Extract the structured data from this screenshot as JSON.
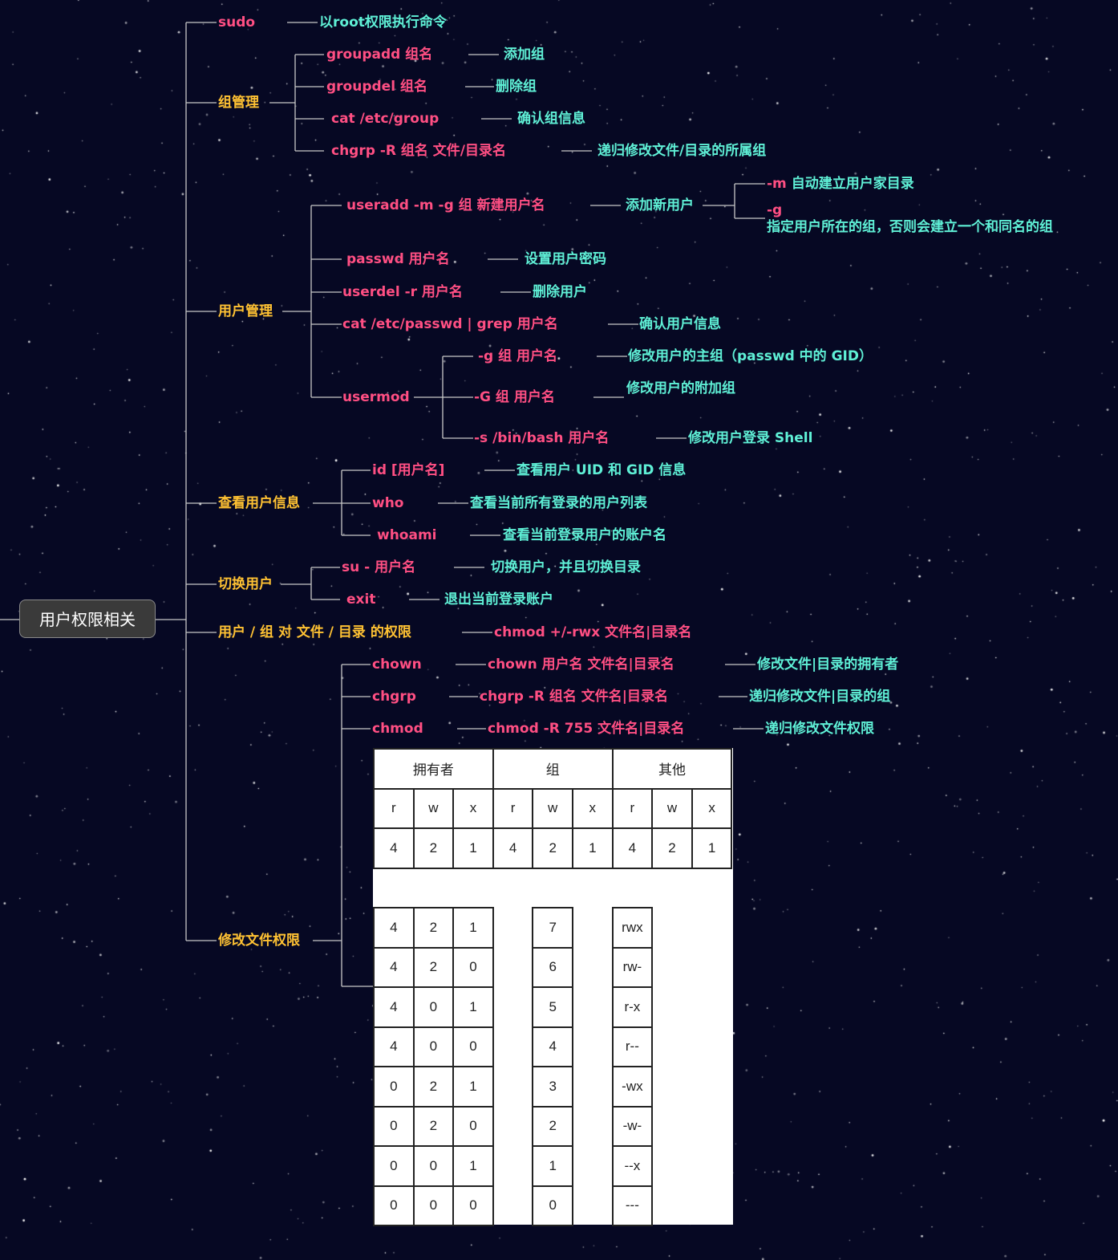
{
  "root": "用户权限相关",
  "nodes": {
    "sudo": "sudo",
    "sudo_desc": "以root权限执行命令",
    "group_mgmt": "组管理",
    "groupadd": "groupadd 组名",
    "groupadd_desc": "添加组",
    "groupdel": "groupdel 组名",
    "groupdel_desc": "删除组",
    "cat_group": "cat /etc/group",
    "cat_group_desc": "确认组信息",
    "chgrp_r": "chgrp -R 组名 文件/目录名",
    "chgrp_r_desc": "递归修改文件/目录的所属组",
    "user_mgmt": "用户管理",
    "useradd": "useradd -m -g 组 新建用户名",
    "useradd_desc": "添加新用户",
    "opt_m": "-m",
    "opt_m_desc": "自动建立用户家目录",
    "opt_g": "-g",
    "opt_g_desc": "指定用户所在的组，否则会建立一个和同名的组",
    "passwd": "passwd 用户名",
    "passwd_desc": "设置用户密码",
    "userdel": "userdel -r 用户名",
    "userdel_desc": "删除用户",
    "cat_passwd": "cat /etc/passwd | grep 用户名",
    "cat_passwd_desc": "确认用户信息",
    "usermod": "usermod",
    "usermod_g": "-g 组 用户名",
    "usermod_g_desc": "修改用户的主组（passwd 中的 GID）",
    "usermod_G": "-G 组 用户名",
    "usermod_G_desc": "修改用户的附加组",
    "usermod_s": "-s /bin/bash 用户名",
    "usermod_s_desc": "修改用户登录 Shell",
    "view_user": "查看用户信息",
    "id": "id [用户名]",
    "id_desc": "查看用户 UID 和 GID 信息",
    "who": "who",
    "who_desc": "查看当前所有登录的用户列表",
    "whoami": "whoami",
    "whoami_desc": "查看当前登录用户的账户名",
    "switch_user": "切换用户",
    "su": "su - 用户名",
    "su_desc": "切换用户，并且切换目录",
    "exit": "exit",
    "exit_desc": "退出当前登录账户",
    "perm": "用户 / 组 对 文件 / 目录 的权限",
    "chmod_rwx": "chmod +/-rwx 文件名|目录名",
    "modify_perm": "修改文件权限",
    "chown": "chown",
    "chown_cmd": "chown 用户名 文件名|目录名",
    "chown_desc": "修改文件|目录的拥有者",
    "chgrp": "chgrp",
    "chgrp_cmd": "chgrp -R 组名 文件名|目录名",
    "chgrp_desc": "递归修改文件|目录的组",
    "chmod": "chmod",
    "chmod_cmd": "chmod -R 755 文件名|目录名",
    "chmod_desc": "递归修改文件权限"
  },
  "perm_table": {
    "headers": [
      "拥有者",
      "组",
      "其他"
    ],
    "rwx": [
      "r",
      "w",
      "x",
      "r",
      "w",
      "x",
      "r",
      "w",
      "x"
    ],
    "weights": [
      "4",
      "2",
      "1",
      "4",
      "2",
      "1",
      "4",
      "2",
      "1"
    ],
    "bits": [
      [
        "4",
        "2",
        "1"
      ],
      [
        "4",
        "2",
        "0"
      ],
      [
        "4",
        "0",
        "1"
      ],
      [
        "4",
        "0",
        "0"
      ],
      [
        "0",
        "2",
        "1"
      ],
      [
        "0",
        "2",
        "0"
      ],
      [
        "0",
        "0",
        "1"
      ],
      [
        "0",
        "0",
        "0"
      ]
    ],
    "digits": [
      "7",
      "6",
      "5",
      "4",
      "3",
      "2",
      "1",
      "0"
    ],
    "modes": [
      "rwx",
      "rw-",
      "r-x",
      "r--",
      "-wx",
      "-w-",
      "--x",
      "---"
    ]
  },
  "colors": {
    "background": "#060823",
    "command": "#ff4f83",
    "category": "#ffc233",
    "description": "#5ff0d6",
    "connector": "#c8c8c8"
  }
}
